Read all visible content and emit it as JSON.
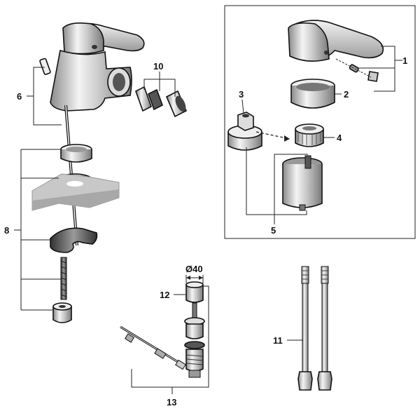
{
  "diagram": {
    "callouts": {
      "c1": "1",
      "c2": "2",
      "c3": "3",
      "c4": "4",
      "c5": "5",
      "c6": "6",
      "c8": "8",
      "c10": "10",
      "c11": "11",
      "c12": "12",
      "c13": "13",
      "diameter": "Ø40"
    }
  }
}
